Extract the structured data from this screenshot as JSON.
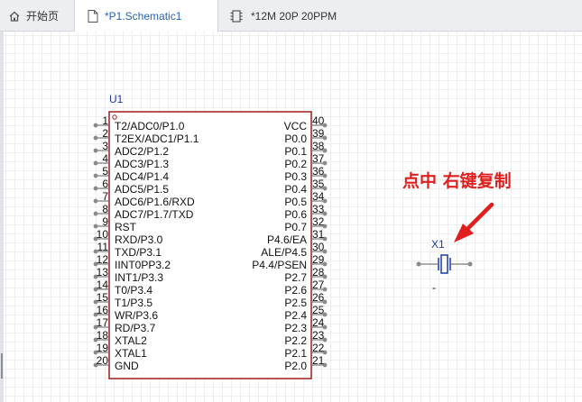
{
  "tabs": [
    {
      "label": "开始页",
      "icon": "home-icon"
    },
    {
      "label": "*P1.Schematic1",
      "icon": "document-icon"
    },
    {
      "label": "*12M 20P 20PPM",
      "icon": "chip-footprint-icon"
    }
  ],
  "colors": {
    "part_border": "#a01c1c",
    "ref_text": "#1c3aa8",
    "annotation": "#e01e1e",
    "wire": "#7a7a7a"
  },
  "chip": {
    "designator": "U1",
    "left_pins": [
      {
        "num": "1",
        "name": "T2/ADC0/P1.0"
      },
      {
        "num": "2",
        "name": "T2EX/ADC1/P1.1"
      },
      {
        "num": "3",
        "name": "ADC2/P1.2"
      },
      {
        "num": "4",
        "name": "ADC3/P1.3"
      },
      {
        "num": "5",
        "name": "ADC4/P1.4"
      },
      {
        "num": "6",
        "name": "ADC5/P1.5"
      },
      {
        "num": "7",
        "name": "ADC6/P1.6/RXD"
      },
      {
        "num": "8",
        "name": "ADC7/P1.7/TXD"
      },
      {
        "num": "9",
        "name": "RST"
      },
      {
        "num": "10",
        "name": "RXD/P3.0"
      },
      {
        "num": "11",
        "name": "TXD/P3.1"
      },
      {
        "num": "12",
        "name": "IINT0PP3.2"
      },
      {
        "num": "13",
        "name": "INT1/P3.3"
      },
      {
        "num": "14",
        "name": "T0/P3.4"
      },
      {
        "num": "15",
        "name": "T1/P3.5"
      },
      {
        "num": "16",
        "name": "WR/P3.6"
      },
      {
        "num": "17",
        "name": "RD/P3.7"
      },
      {
        "num": "18",
        "name": "XTAL2"
      },
      {
        "num": "19",
        "name": "XTAL1"
      },
      {
        "num": "20",
        "name": "GND"
      }
    ],
    "right_pins": [
      {
        "num": "40",
        "name": "VCC"
      },
      {
        "num": "39",
        "name": "P0.0"
      },
      {
        "num": "38",
        "name": "P0.1"
      },
      {
        "num": "37",
        "name": "P0.2"
      },
      {
        "num": "36",
        "name": "P0.3"
      },
      {
        "num": "35",
        "name": "P0.4"
      },
      {
        "num": "34",
        "name": "P0.5"
      },
      {
        "num": "33",
        "name": "P0.6"
      },
      {
        "num": "32",
        "name": "P0.7"
      },
      {
        "num": "31",
        "name": "P4.6/EA"
      },
      {
        "num": "30",
        "name": "ALE/P4.5"
      },
      {
        "num": "29",
        "name": "P4.4/PSEN"
      },
      {
        "num": "28",
        "name": "P2.7"
      },
      {
        "num": "27",
        "name": "P2.6"
      },
      {
        "num": "26",
        "name": "P2.5"
      },
      {
        "num": "25",
        "name": "P2.4"
      },
      {
        "num": "24",
        "name": "P2.3"
      },
      {
        "num": "23",
        "name": "P2.2"
      },
      {
        "num": "22",
        "name": "P2.1"
      },
      {
        "num": "21",
        "name": "P2.0"
      }
    ]
  },
  "crystal": {
    "designator": "X1",
    "value": "-"
  },
  "annotation": {
    "text": "点中 右键复制"
  }
}
